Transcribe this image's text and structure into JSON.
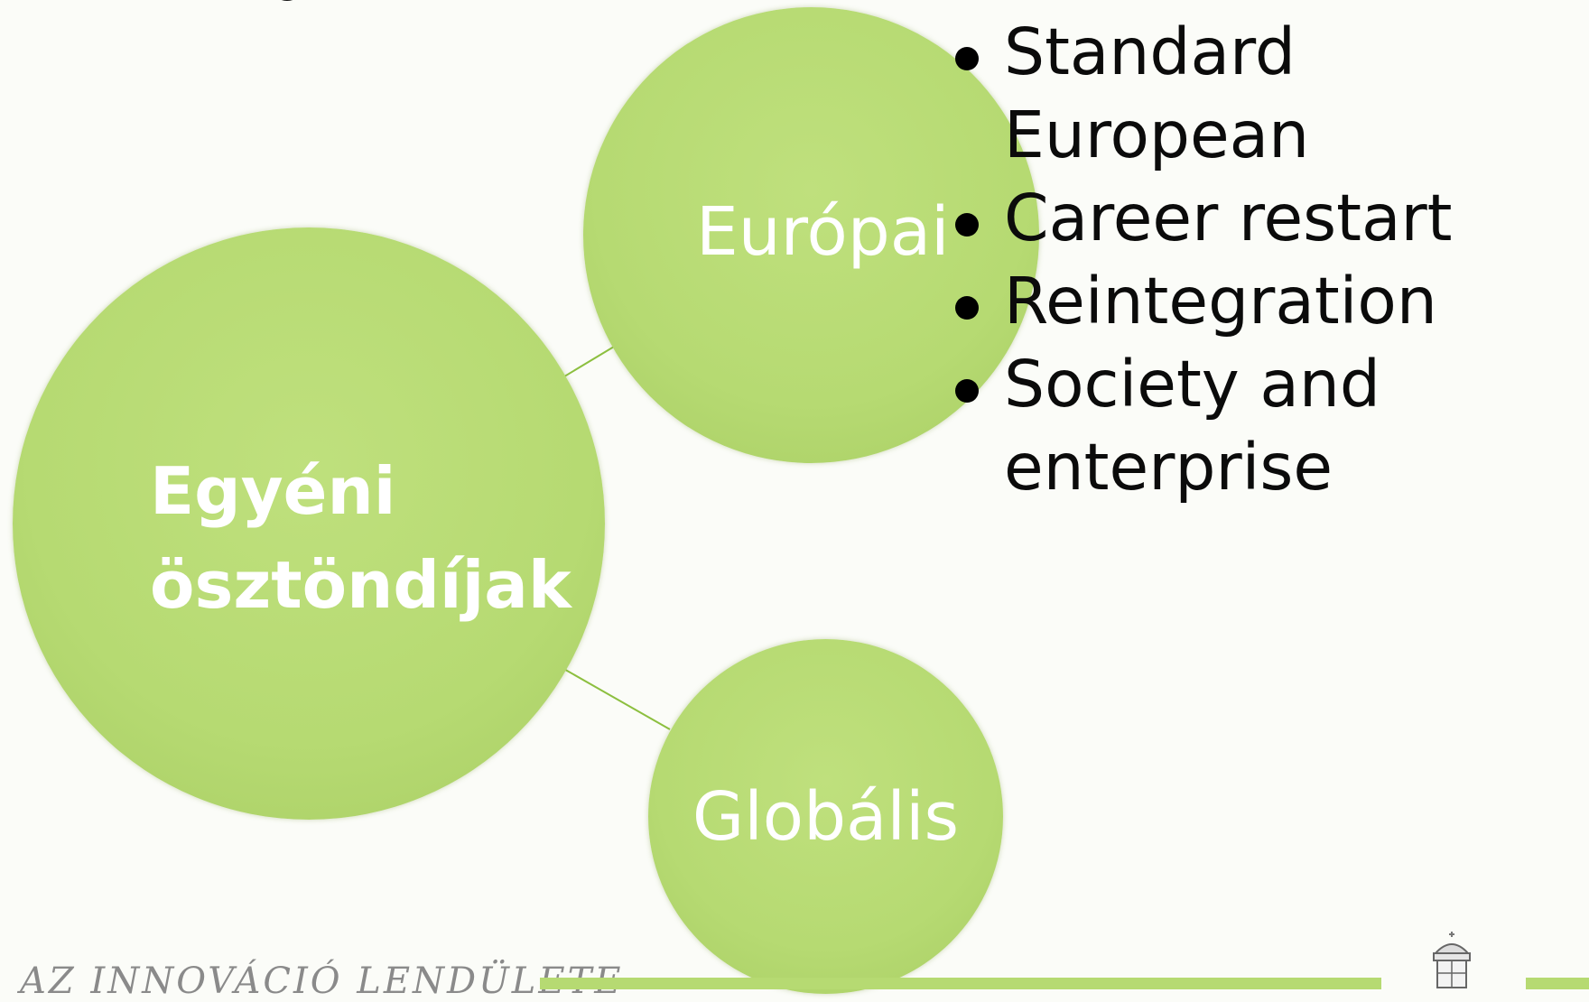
{
  "diagram": {
    "main_node": {
      "label": "Egyéni\nösztöndíjak"
    },
    "nodes": [
      {
        "id": "europai",
        "label": "Európai"
      },
      {
        "id": "globalis",
        "label": "Globális"
      }
    ],
    "europai_bullets": [
      "Standard European",
      "Career restart",
      "Reintegration",
      "Society and enterprise"
    ]
  },
  "footer": {
    "slogan": "AZ INNOVÁCIÓ LENDÜLETE"
  },
  "colors": {
    "circle_fill": "#b6da72",
    "connector": "#8cbf3f",
    "footer_bar": "#b6da72",
    "background": "#fbfcf8"
  }
}
